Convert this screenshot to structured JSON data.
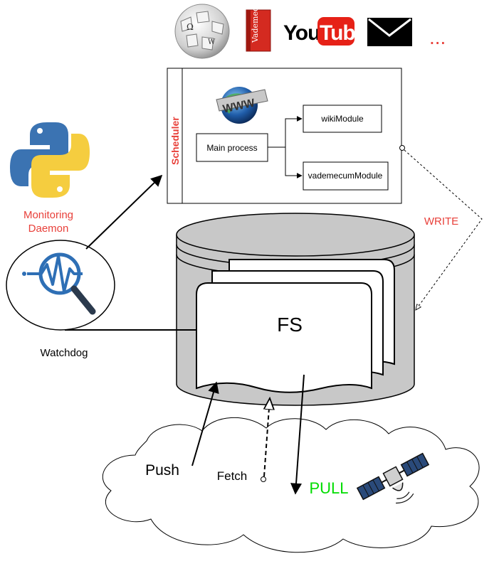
{
  "top_icons": {
    "wikipedia": "wikipedia-globe-icon",
    "vademecum": "vademecum-book-icon",
    "youtube_text": "YouTube",
    "mail": "envelope-icon",
    "ellipsis": "..."
  },
  "scheduler": {
    "title": "Scheduler",
    "main_process": "Main process",
    "wiki_module": "wikiModule",
    "vademecum_module": "vademecumModule",
    "www_icon": "www-globe-icon"
  },
  "daemon": {
    "label_line1": "Monitoring",
    "label_line2": "Daemon",
    "python_icon": "python-logo-icon",
    "watchdog_icon": "watchdog-magnifier-icon",
    "watchdog_label": "Watchdog"
  },
  "storage": {
    "fs_label": "FS",
    "write_label": "WRITE"
  },
  "cloud": {
    "push_label": "Push",
    "fetch_label": "Fetch",
    "pull_label": "PULL",
    "satellite_icon": "satellite-icon"
  },
  "colors": {
    "red_label": "#e8403a",
    "pull_green": "#00dd00",
    "youtube_red": "#e62117",
    "python_blue": "#3b73b2",
    "python_yellow": "#f5cd3f"
  }
}
